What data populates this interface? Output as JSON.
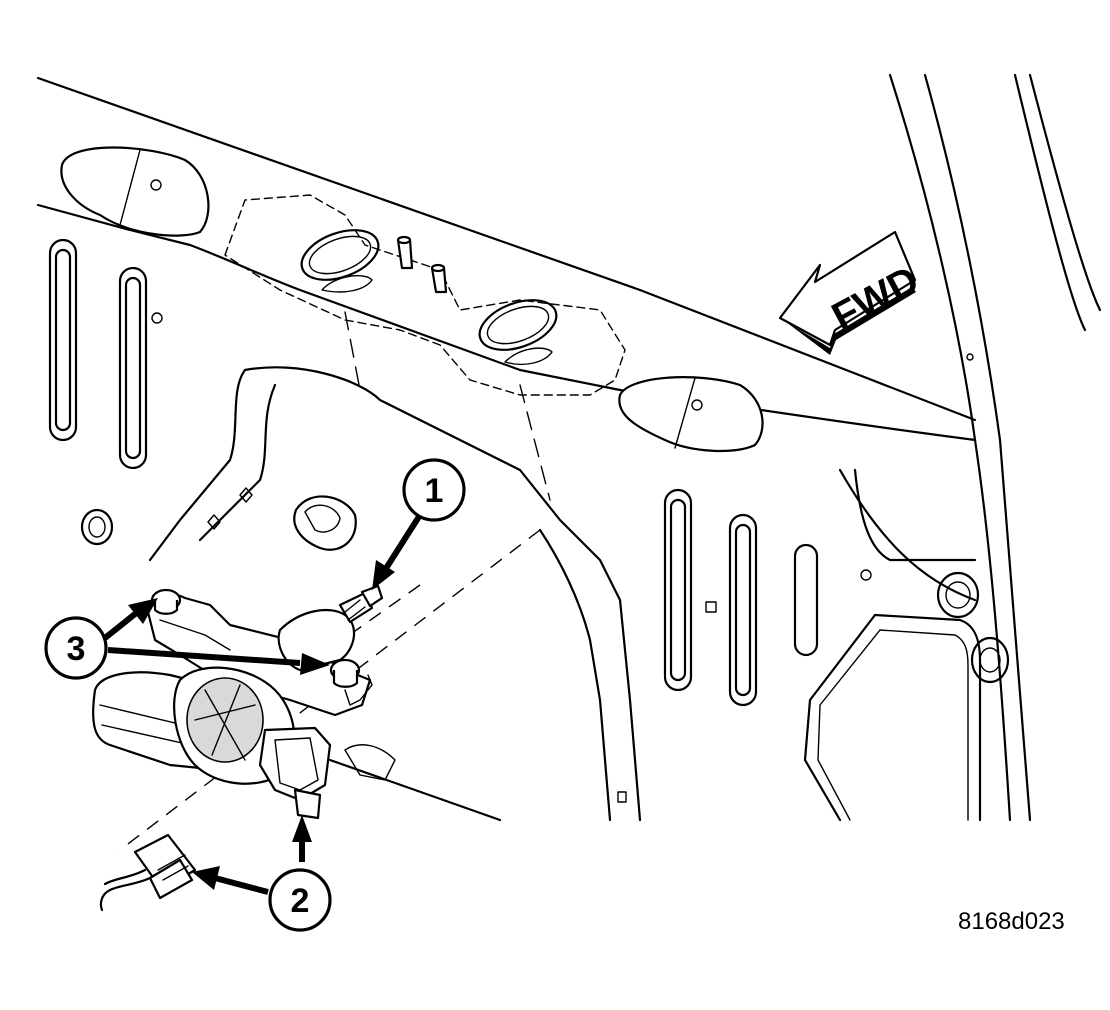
{
  "diagram": {
    "direction_label": "FWD",
    "figure_id": "8168d023",
    "callouts": [
      {
        "number": "1"
      },
      {
        "number": "2"
      },
      {
        "number": "3"
      }
    ]
  },
  "colors": {
    "line": "#000000",
    "background": "#ffffff",
    "shade": "#d9d9d9"
  }
}
